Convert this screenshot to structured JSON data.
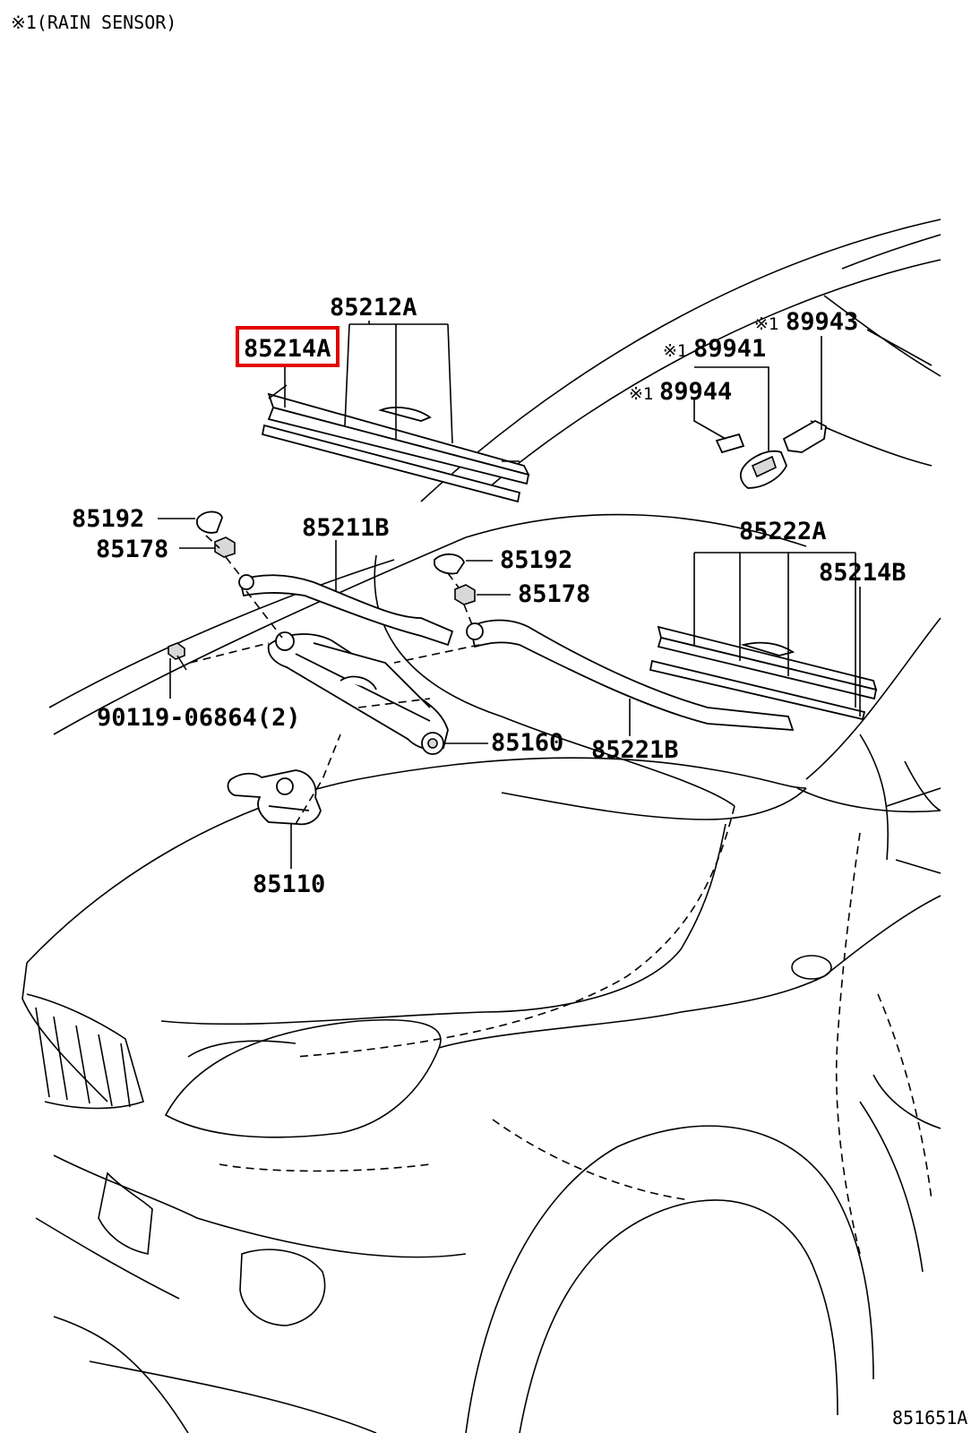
{
  "header_note": "※1(RAIN SENSOR)",
  "footer_code": "851651A",
  "highlight_color": "#e00000",
  "labels": {
    "p85212A": "85212A",
    "p85214A": "85214A",
    "p85192_left": "85192",
    "p85178_left": "85178",
    "p85211B": "85211B",
    "p85192_right": "85192",
    "p85178_right": "85178",
    "p90119": "90119-06864(2)",
    "p85160": "85160",
    "p85221B": "85221B",
    "p85110": "85110",
    "p85222A": "85222A",
    "p85214B": "85214B",
    "p89943": "89943",
    "p89941": "89941",
    "p89944": "89944",
    "rain_mark": "※1"
  }
}
